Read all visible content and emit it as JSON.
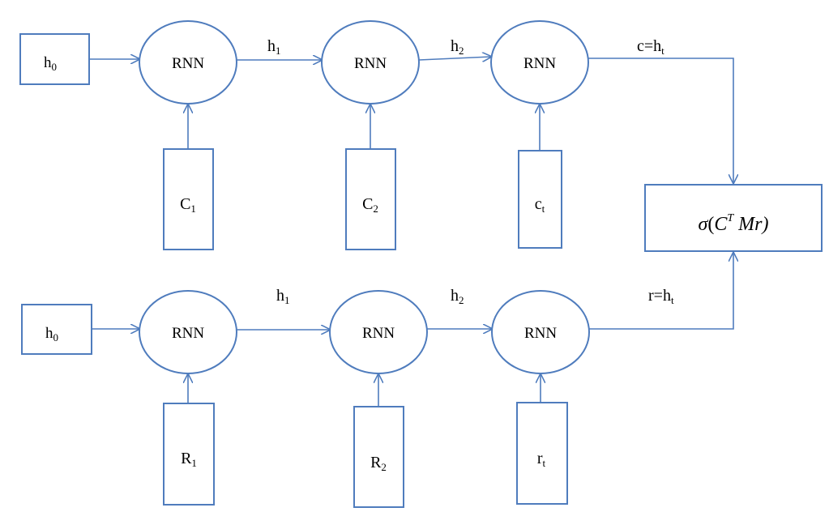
{
  "colors": {
    "stroke": "#4f7cbd",
    "text": "#000000",
    "background": "#ffffff"
  },
  "context_row": {
    "initial": {
      "base": "h",
      "sub": "0"
    },
    "nodes": [
      "RNN",
      "RNN",
      "RNN"
    ],
    "inputs": [
      {
        "base": "C",
        "sub": "1"
      },
      {
        "base": "C",
        "sub": "2"
      },
      {
        "base": "c",
        "sub": "t"
      }
    ],
    "hidden_labels": [
      {
        "base": "h",
        "sub": "1"
      },
      {
        "base": "h",
        "sub": "2"
      }
    ],
    "output_label": {
      "base": "c=h",
      "sub": "t"
    }
  },
  "response_row": {
    "initial": {
      "base": "h",
      "sub": "0"
    },
    "nodes": [
      "RNN",
      "RNN",
      "RNN"
    ],
    "inputs": [
      {
        "base": "R",
        "sub": "1"
      },
      {
        "base": "R",
        "sub": "2"
      },
      {
        "base": "r",
        "sub": "t"
      }
    ],
    "hidden_labels": [
      {
        "base": "h",
        "sub": "1"
      },
      {
        "base": "h",
        "sub": "2"
      }
    ],
    "output_label": {
      "base": "r=h",
      "sub": "t"
    }
  },
  "score": {
    "sigma": "σ",
    "open": "(",
    "c": "C",
    "sup": "T",
    "rest": " Mr)"
  }
}
